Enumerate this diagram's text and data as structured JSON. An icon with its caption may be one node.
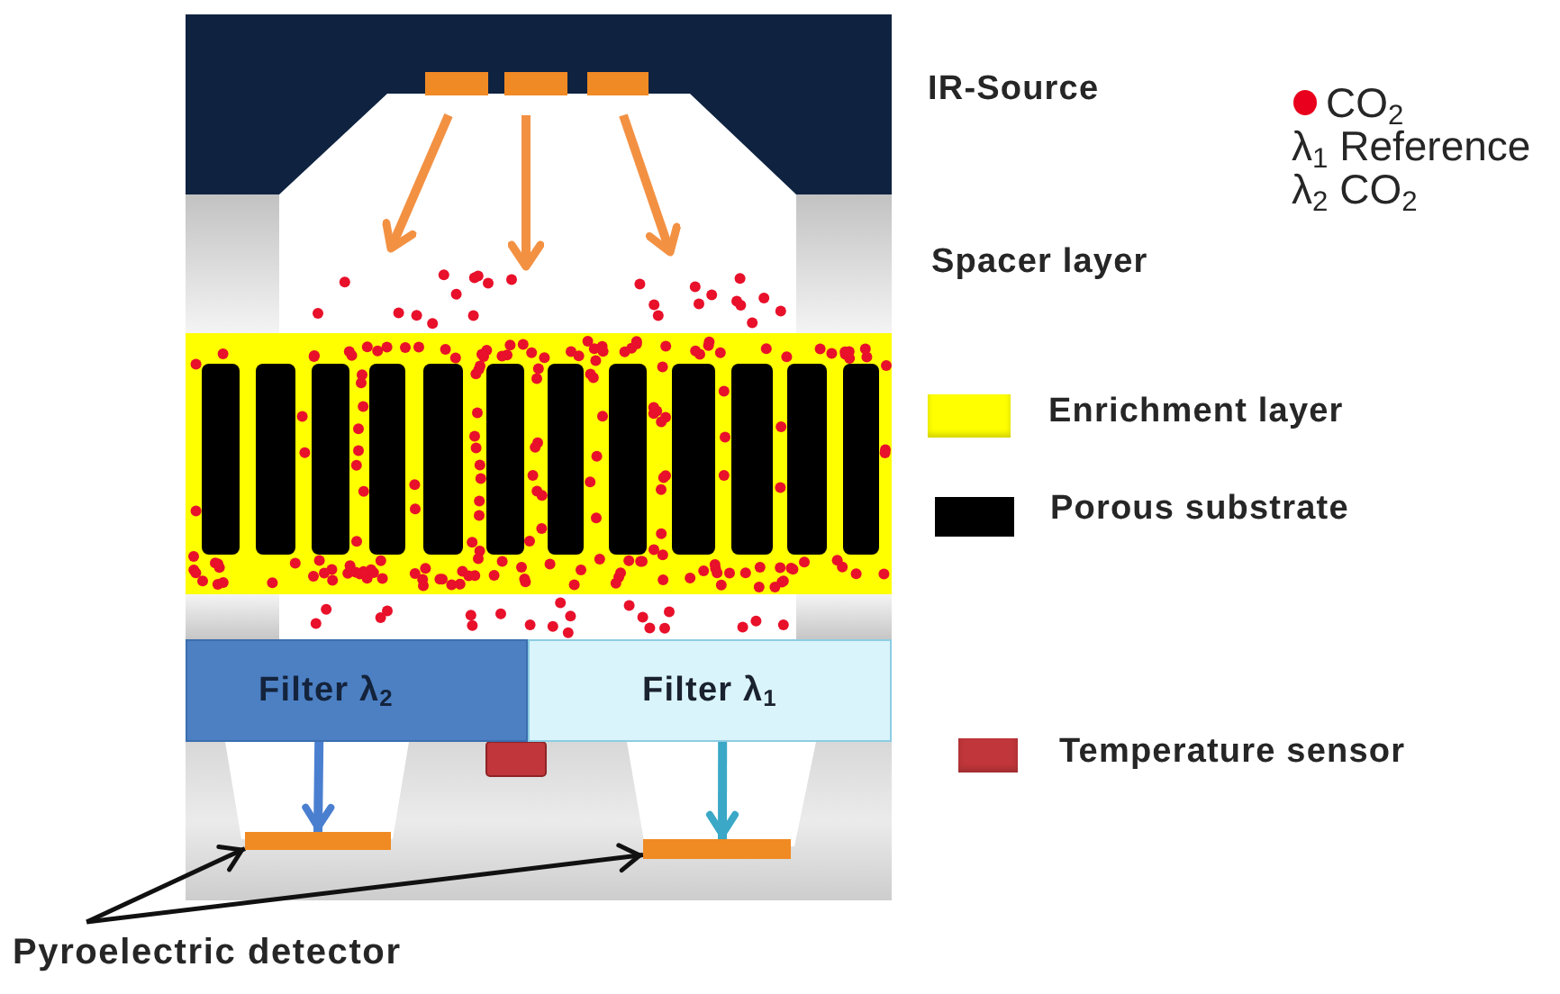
{
  "diagram": {
    "nodes": [
      {
        "text": [
          "Filter λ$_{2}$"
        ]
      },
      {
        "text": [
          "Filter λ$_{1}$"
        ]
      },
      {
        "text": [],
        "shape": "bar"
      },
      {
        "text": [],
        "shape": "bar"
      },
      {
        "text": [
          "Pyroelectric detector"
        ]
      }
    ],
    "edges": [
      {
        "from": 0,
        "to": 2,
        "arrow": "to",
        "style": "thick",
        "color": "#4a7fd0"
      },
      {
        "from": 1,
        "to": 3,
        "arrow": "to",
        "style": "thick",
        "color": "#3aa8c6"
      },
      {
        "from": 4,
        "to": 2,
        "arrow": "to"
      },
      {
        "from": 4,
        "to": 3,
        "arrow": "to"
      }
    ],
    "labels": [
      "IR-Source",
      "Spacer layer"
    ],
    "legend": [
      {
        "text": "CO$_{2}$",
        "color": "#e8001c"
      },
      {
        "text": "λ$_{1}$ Reference"
      },
      {
        "text": "λ$_{2}$ CO$_{2}$"
      },
      {
        "text": "Enrichment layer",
        "color": "#ffff00"
      },
      {
        "text": "Porous substrate",
        "color": "#000000"
      },
      {
        "text": "Temperature sensor",
        "color": "#c0363a"
      }
    ]
  }
}
